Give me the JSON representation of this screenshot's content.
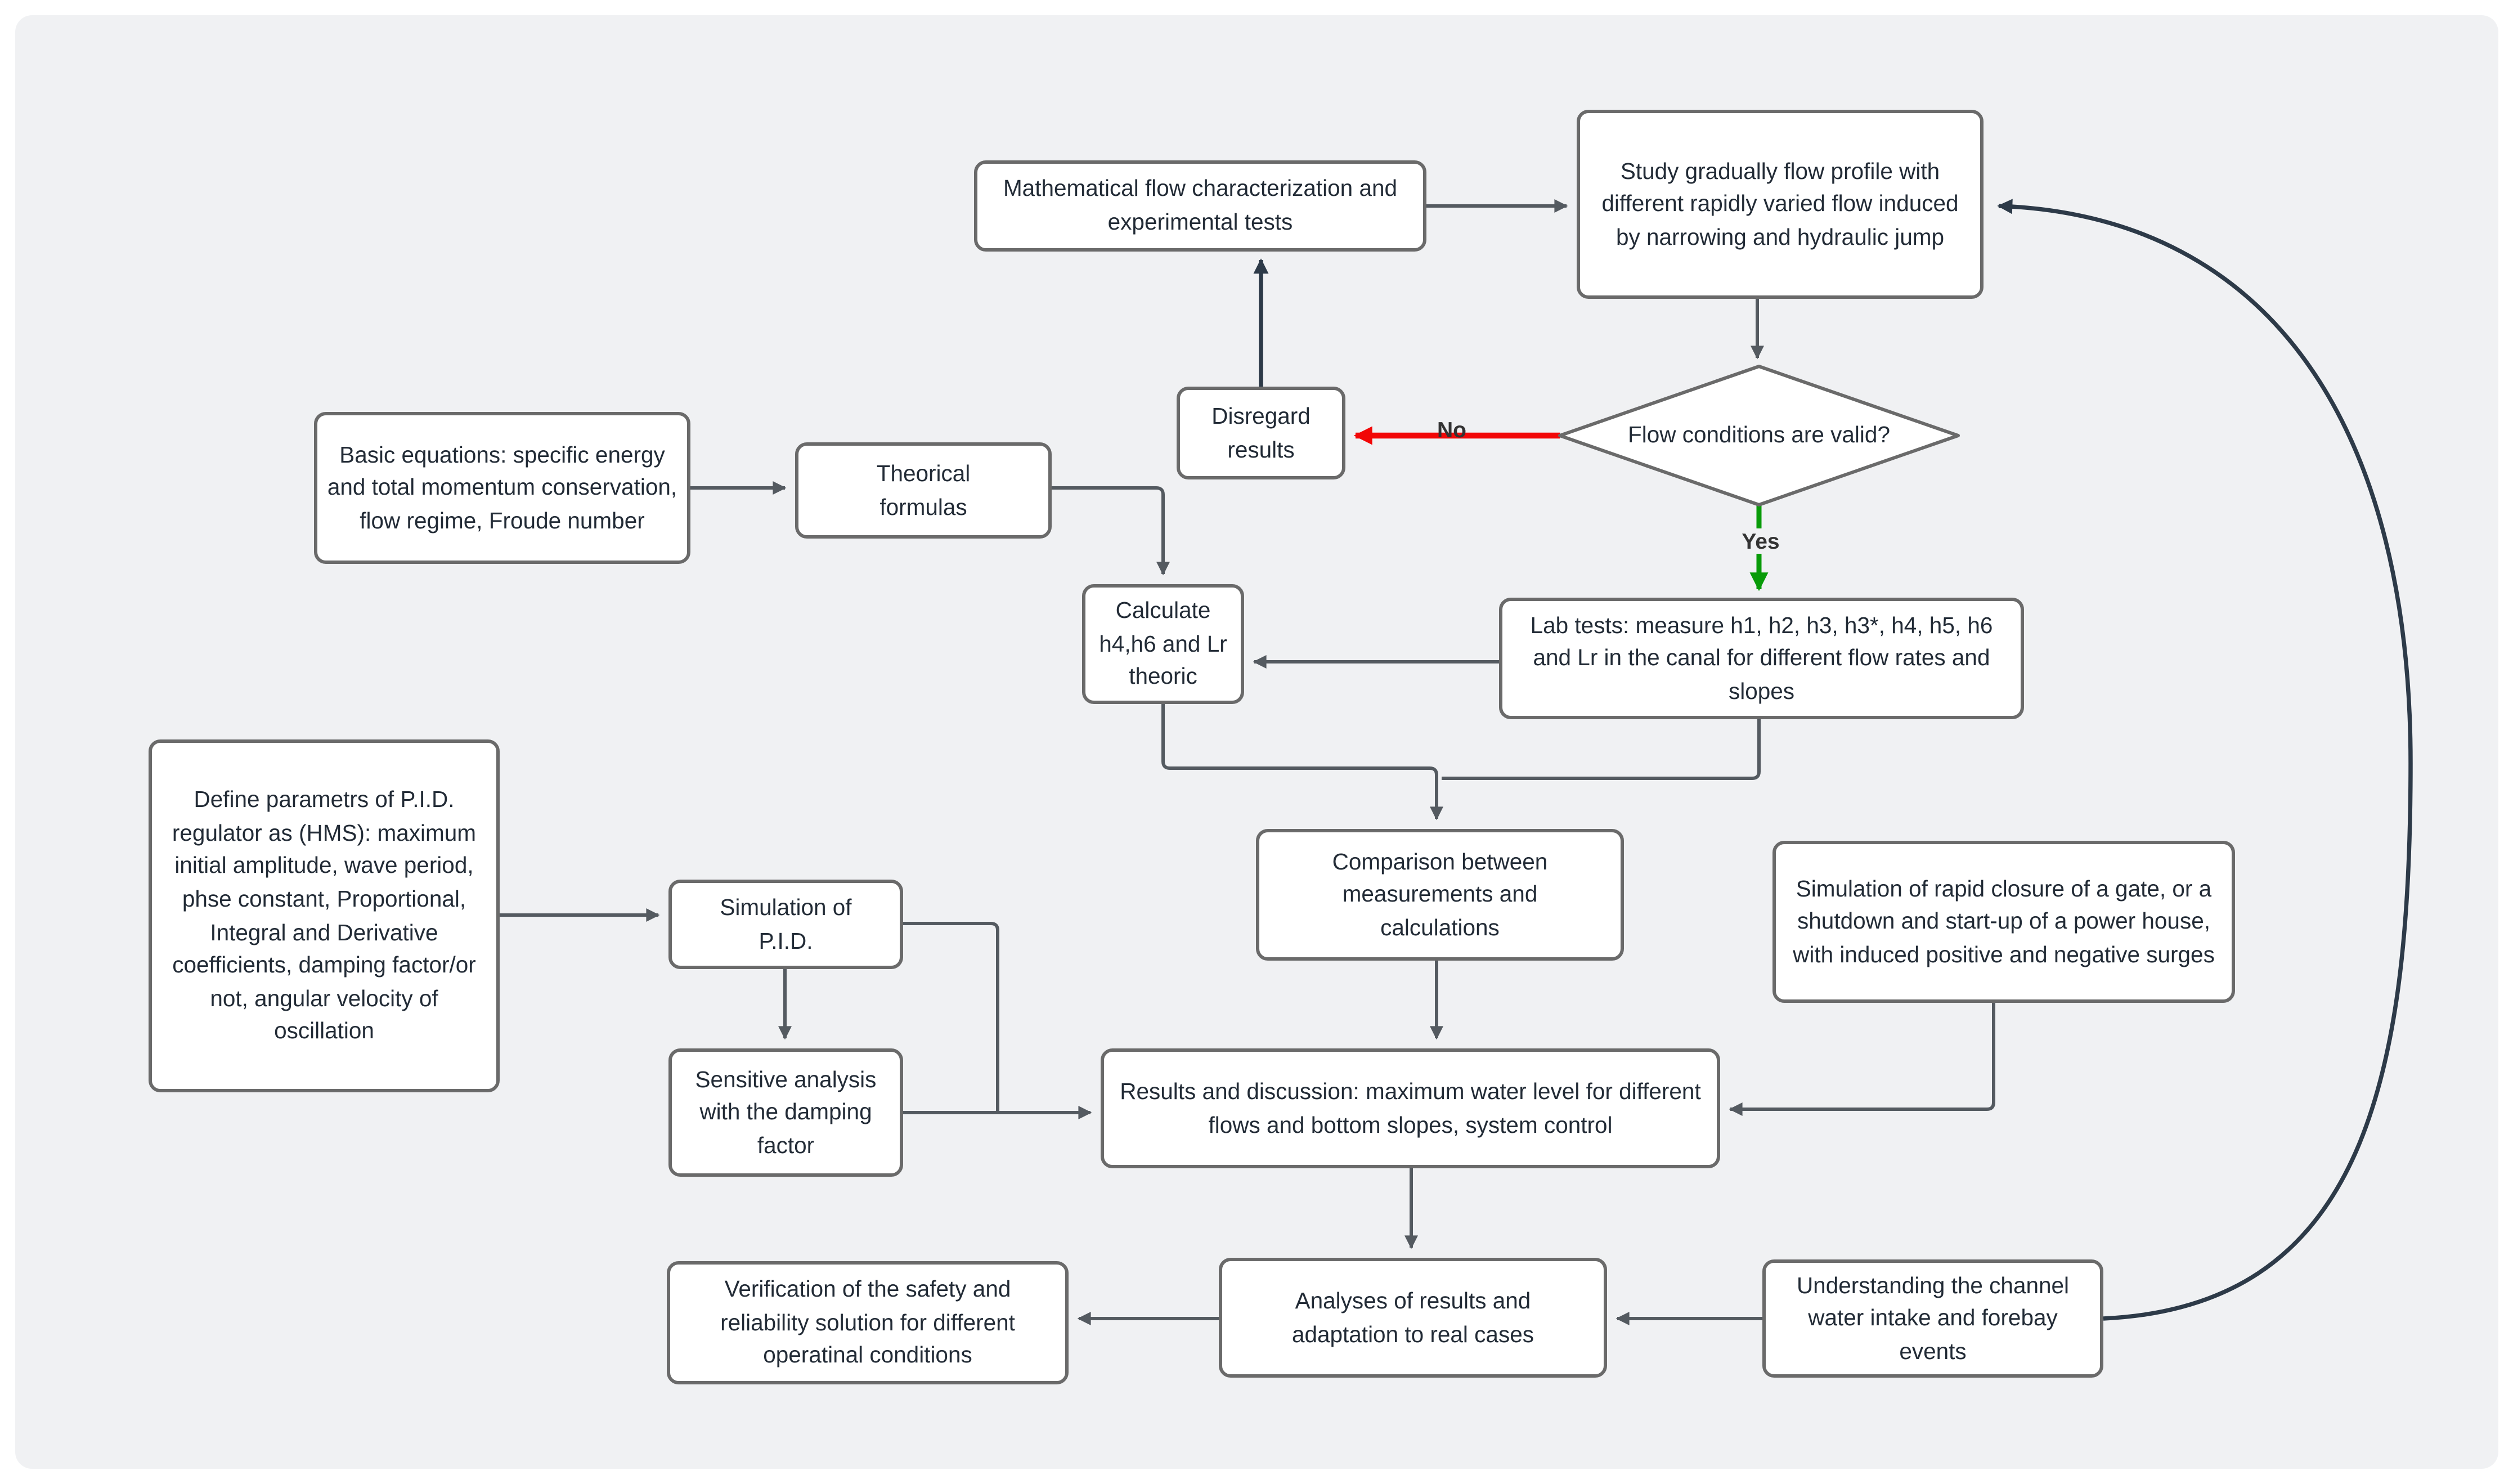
{
  "diagram": {
    "type": "flowchart",
    "background_color": "#f0f1f3",
    "node_fill": "#ffffff",
    "node_border_color": "#6a6a6a",
    "node_text_color": "#222b36",
    "connector_color": "#545a60",
    "curve_connector_color": "#2d3a48",
    "no_branch_color": "#f20707",
    "yes_branch_color": "#089b08"
  },
  "nodes": {
    "mathematical": {
      "label": "Mathematical flow characterization and experimental tests"
    },
    "study": {
      "label": "Study gradually flow profile with different rapidly varied flow induced by narrowing and hydraulic jump"
    },
    "flow_conditions": {
      "label": "Flow conditions are valid?"
    },
    "disregard": {
      "label": "Disregard results"
    },
    "basic": {
      "label": "Basic equations: specific energy and total momentum conservation, flow regime, Froude number"
    },
    "theorical": {
      "label": "Theorical formulas"
    },
    "calculate": {
      "label": "Calculate h4,h6 and Lr theoric"
    },
    "labtests": {
      "label": "Lab tests: measure h1, h2, h3, h3*, h4, h5, h6 and Lr in the canal for different flow rates and slopes"
    },
    "define_pid": {
      "label": "Define parametrs of P.I.D. regulator as (HMS): maximum initial amplitude, wave period, phse constant, Proportional, Integral and Derivative coefficients, damping factor/or not, angular velocity of oscillation"
    },
    "sim_pid": {
      "label": "Simulation of P.I.D."
    },
    "sensitive": {
      "label": "Sensitive analysis with the damping factor"
    },
    "comparison": {
      "label": "Comparison between measurements and calculations"
    },
    "sim_rapid": {
      "label": "Simulation of rapid closure of a gate, or a shutdown and start-up of a power house, with induced positive and negative surges"
    },
    "results": {
      "label": "Results and discussion: maximum water level for different flows and bottom slopes, system control"
    },
    "verification": {
      "label": "Verification of the safety and reliability solution for different operatinal conditions"
    },
    "analyses": {
      "label": "Analyses of results and adaptation to real cases"
    },
    "understanding": {
      "label": "Understanding the channel water intake and forebay events"
    }
  },
  "edge_labels": {
    "no": "No",
    "yes": "Yes"
  }
}
